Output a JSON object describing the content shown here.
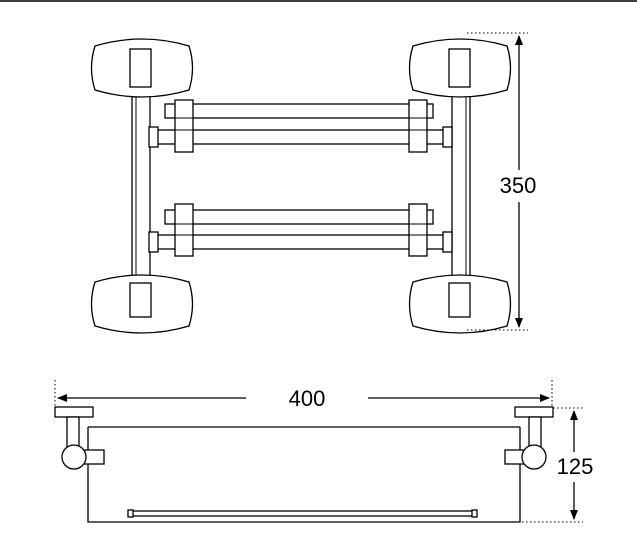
{
  "dimensions": {
    "depth": "350",
    "width": "400",
    "height": "125"
  }
}
